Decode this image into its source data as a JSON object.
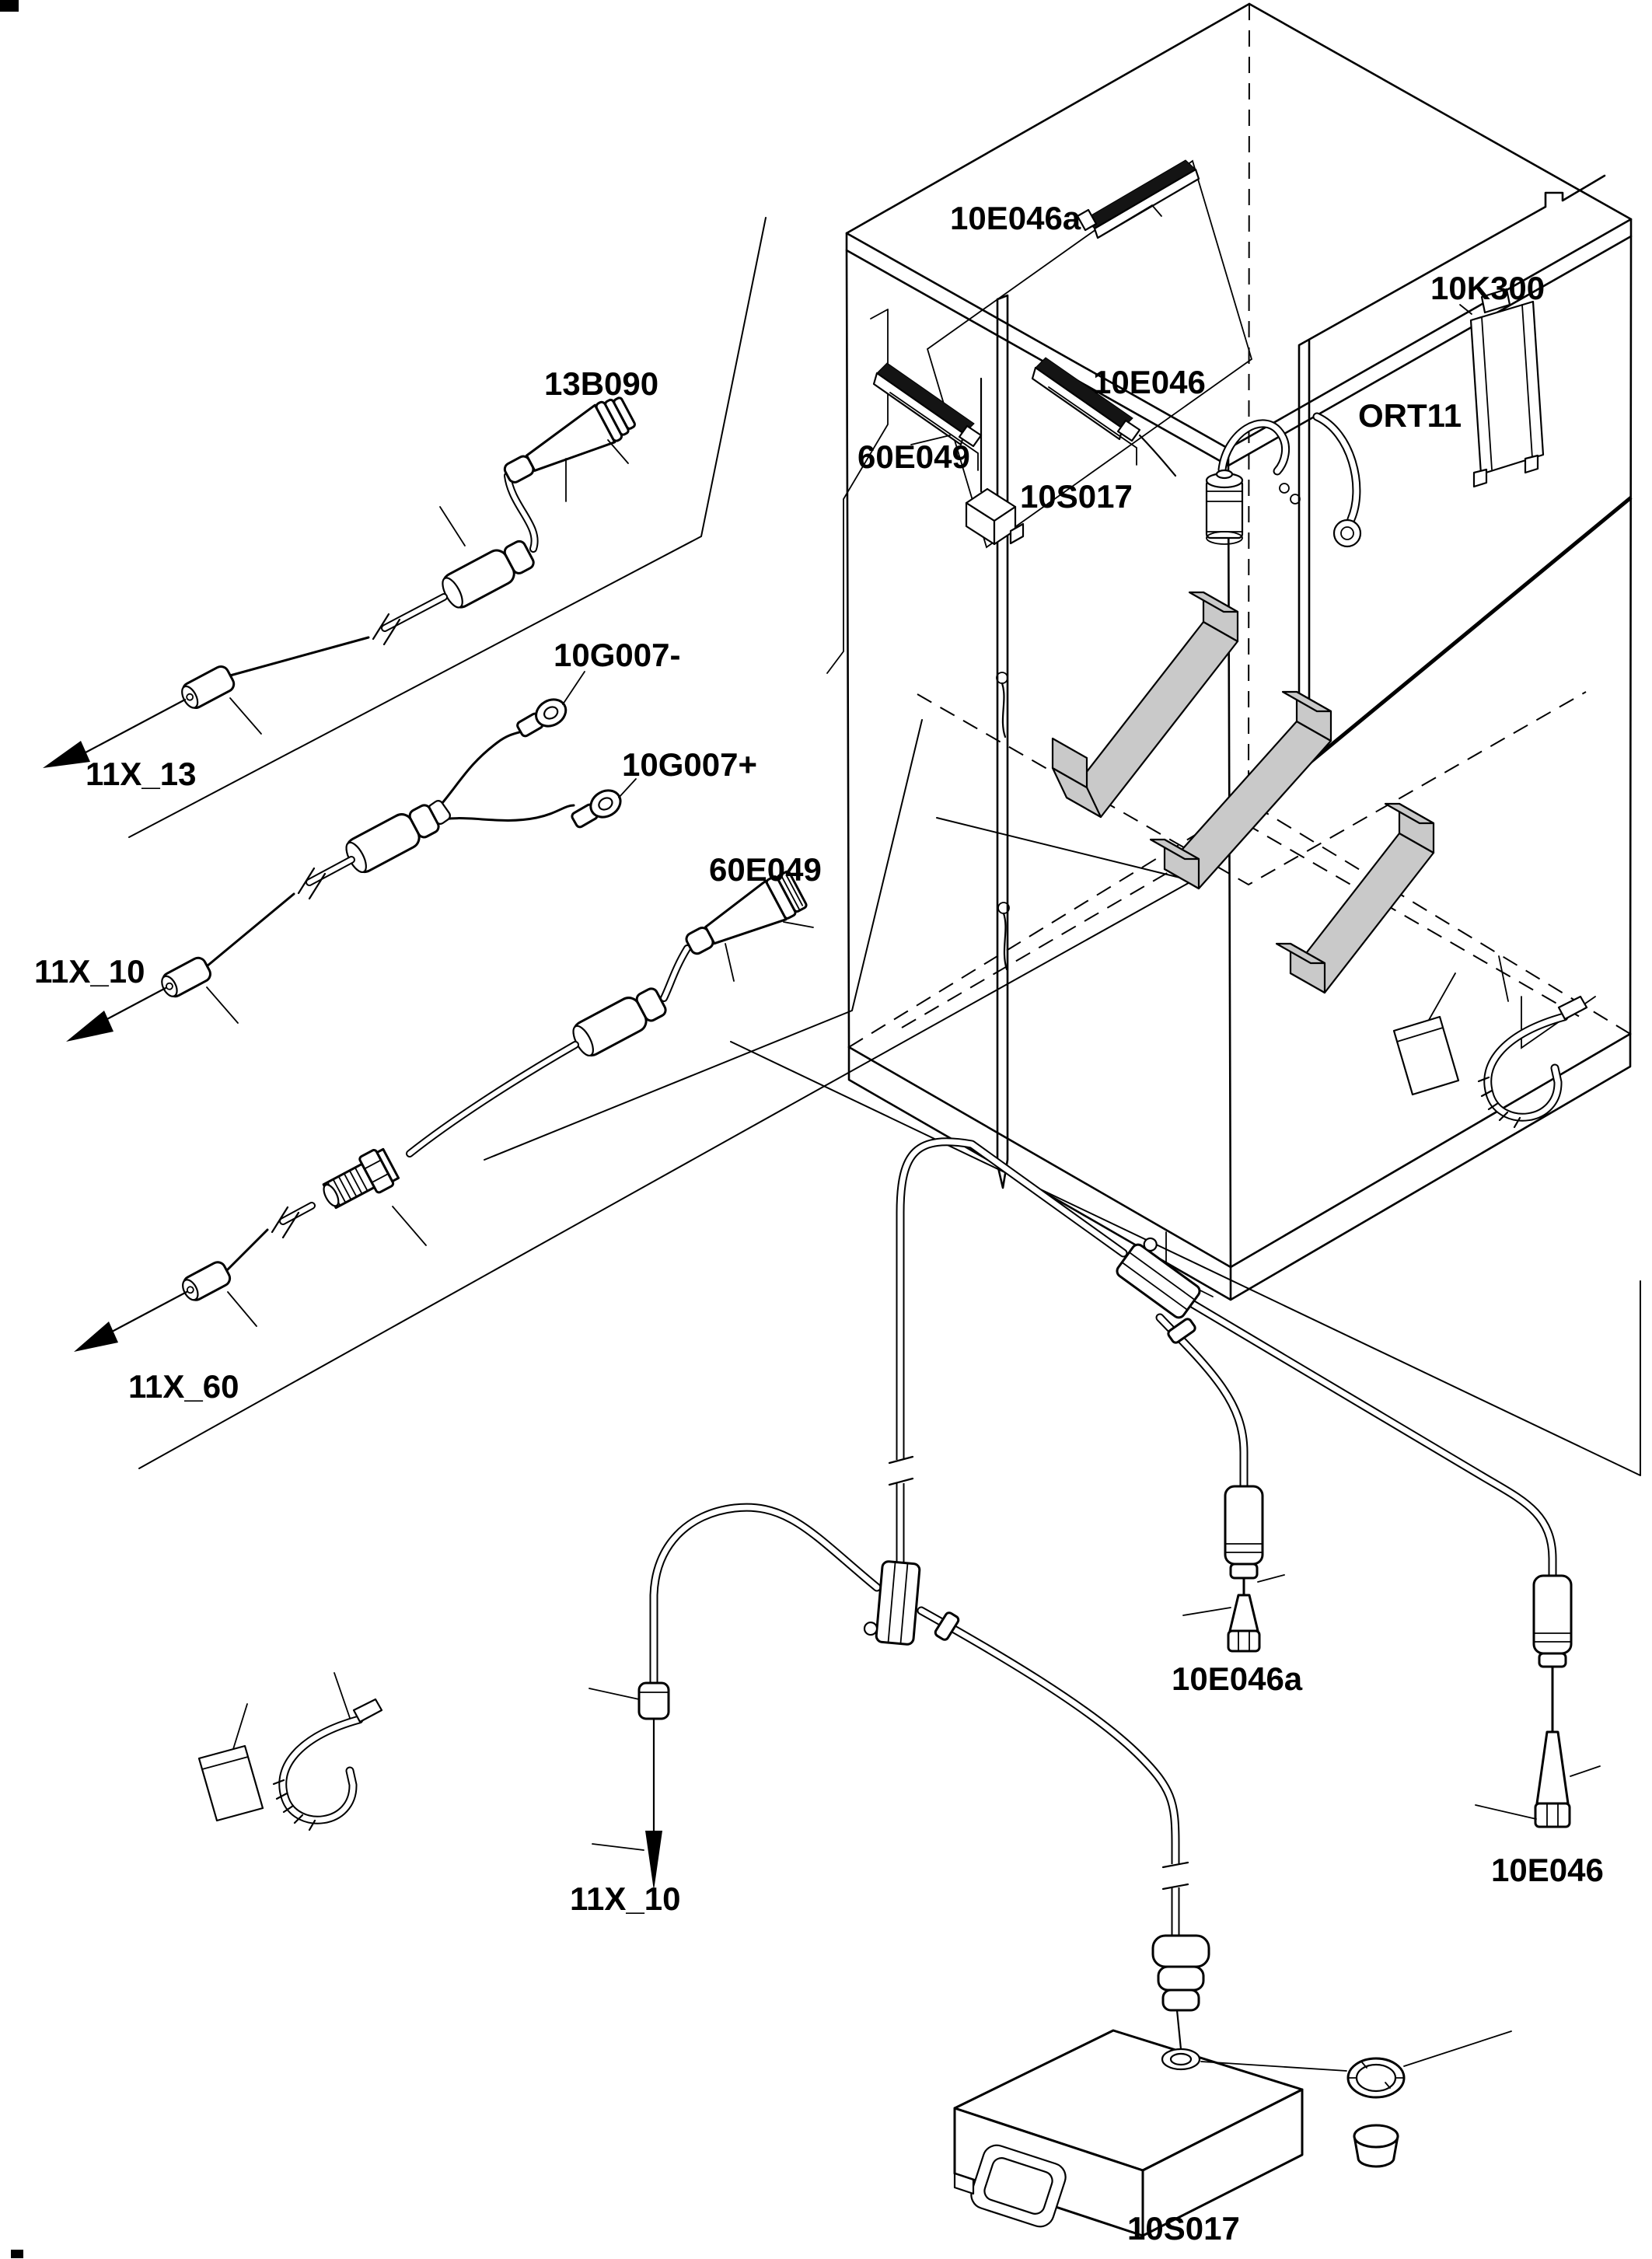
{
  "diagram": {
    "background": "#ffffff",
    "ink": "#000000",
    "bracket_fill": "#c9c9c9",
    "labels": {
      "cable_13b090": "13B090",
      "arrow_11x13": "11X_13",
      "terminal_minus": "10G007-",
      "terminal_plus": "10G007+",
      "arrow_11x10_left": "11X_10",
      "cable_60e049": "60E049",
      "arrow_11x60": "11X_60",
      "cab_strip_top": "10E046a",
      "cab_module": "10K300",
      "cab_strip_mid": "10E046",
      "cab_location": "ORT11",
      "cab_strip_left": "60E049",
      "cab_switchbox": "10S017",
      "harness_conn_mid": "10E046a",
      "harness_conn_right": "10E046",
      "arrow_11x10_bottom": "11X_10",
      "footswitch": "10S017"
    }
  }
}
